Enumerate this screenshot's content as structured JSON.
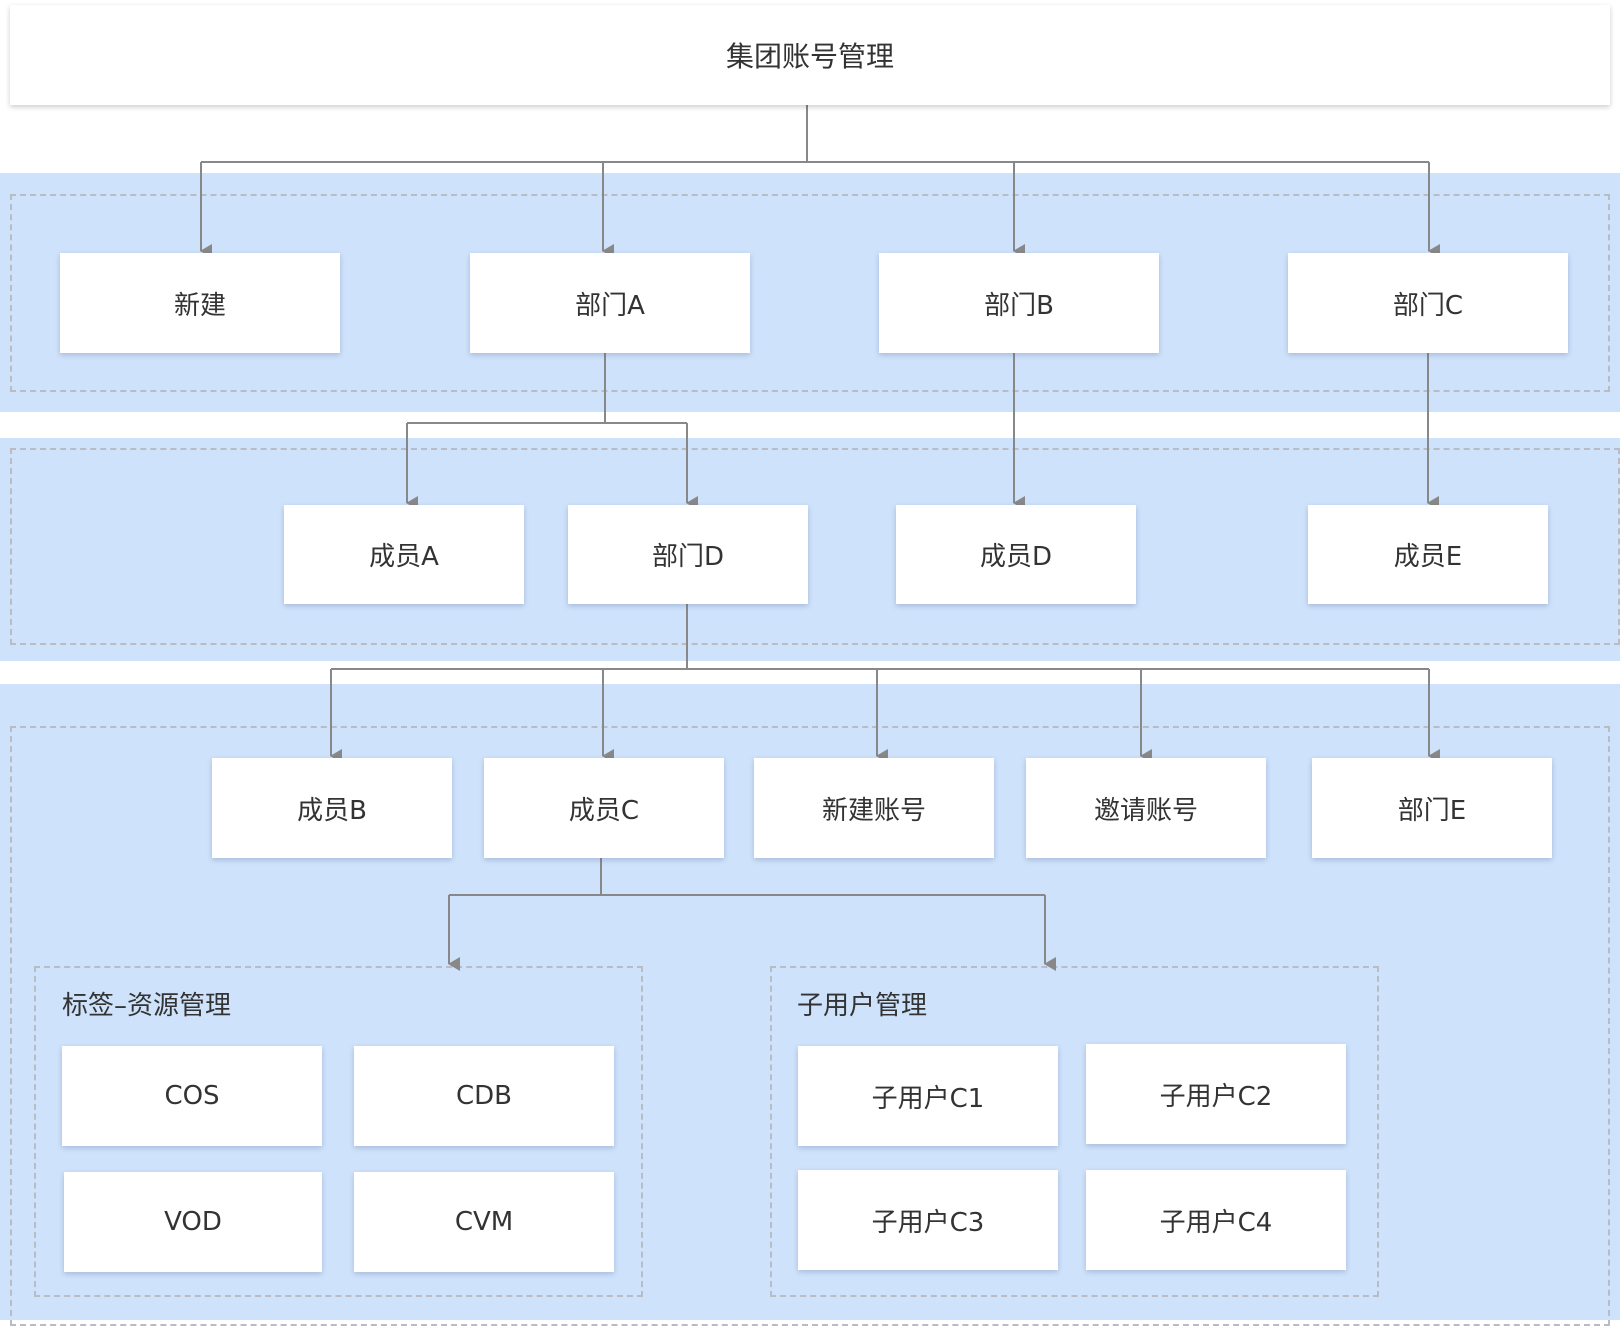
{
  "diagram": {
    "root": {
      "label": "集团账号管理"
    },
    "level1": [
      {
        "id": "new",
        "label": "新建"
      },
      {
        "id": "deptA",
        "label": "部门A"
      },
      {
        "id": "deptB",
        "label": "部门B"
      },
      {
        "id": "deptC",
        "label": "部门C"
      }
    ],
    "level2": [
      {
        "id": "memberA",
        "label": "成员A",
        "parent": "deptA"
      },
      {
        "id": "deptD",
        "label": "部门D",
        "parent": "deptA"
      },
      {
        "id": "memberD",
        "label": "成员D",
        "parent": "deptB"
      },
      {
        "id": "memberE",
        "label": "成员E",
        "parent": "deptC"
      }
    ],
    "level3": [
      {
        "id": "memberB",
        "label": "成员B",
        "parent": "deptD"
      },
      {
        "id": "memberC",
        "label": "成员C",
        "parent": "deptD"
      },
      {
        "id": "newAccount",
        "label": "新建账号",
        "parent": "deptD"
      },
      {
        "id": "inviteAccount",
        "label": "邀请账号",
        "parent": "deptD"
      },
      {
        "id": "deptE",
        "label": "部门E",
        "parent": "deptD"
      }
    ],
    "groups": {
      "tagResource": {
        "label": "标签–资源管理",
        "parent": "memberC",
        "items": [
          "COS",
          "CDB",
          "VOD",
          "CVM"
        ]
      },
      "subUser": {
        "label": "子用户管理",
        "parent": "memberC",
        "items": [
          "子用户C1",
          "子用户C2",
          "子用户C3",
          "子用户C4"
        ]
      }
    }
  },
  "colors": {
    "band": "#cfe2fb",
    "connector": "#888888",
    "dashed_border": "#b9bcc2",
    "node_bg": "#ffffff",
    "text": "#333333"
  }
}
